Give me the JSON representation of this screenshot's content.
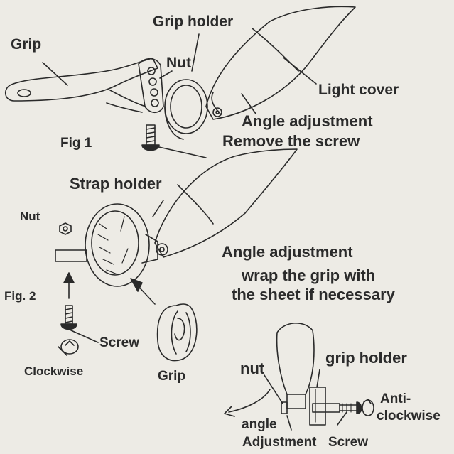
{
  "fig1": {
    "label_grip": "Grip",
    "label_grip_holder": "Grip holder",
    "label_nut": "Nut",
    "label_light_cover": "Light cover",
    "label_angle_adjustment": "Angle adjustment",
    "label_remove_screw": "Remove the screw",
    "caption": "Fig 1"
  },
  "fig2": {
    "label_strap_holder": "Strap holder",
    "label_nut": "Nut",
    "label_screw": "Screw",
    "label_clockwise": "Clockwise",
    "label_grip": "Grip",
    "caption": "Fig. 2",
    "instruction_line1": "Angle adjustment",
    "instruction_line2": "wrap the grip with",
    "instruction_line3": "the sheet if necessary"
  },
  "fig3": {
    "label_nut": "nut",
    "label_grip_holder": "grip holder",
    "label_anti_clockwise_line1": "Anti-",
    "label_anti_clockwise_line2": "clockwise",
    "label_angle": "angle",
    "label_adjustment": "Adjustment",
    "label_screw": "Screw"
  }
}
